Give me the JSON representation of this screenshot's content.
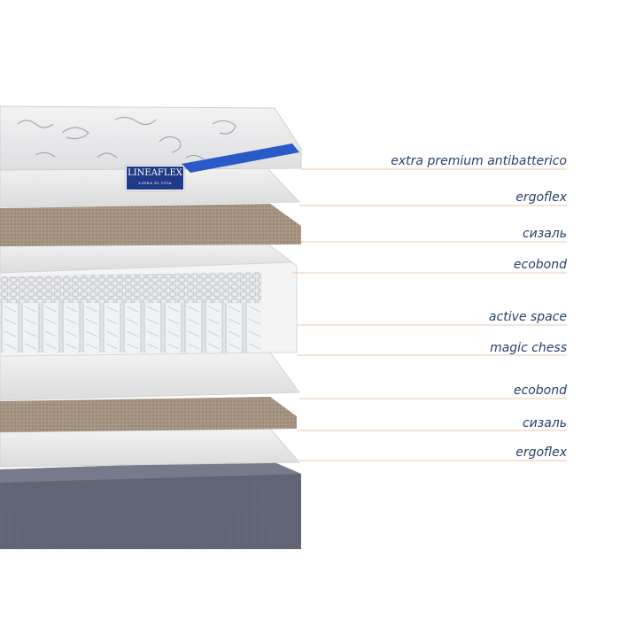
{
  "brand": {
    "name": "LINEAFLEX",
    "tagline": "LINEA DI VITA"
  },
  "layers": [
    {
      "label": "extra premium antibatterico"
    },
    {
      "label": "ergoflex"
    },
    {
      "label": "сизаль"
    },
    {
      "label": "ecobond"
    },
    {
      "label": "active space"
    },
    {
      "label": "magic chess"
    },
    {
      "label": "ecobond"
    },
    {
      "label": "сизаль"
    },
    {
      "label": "ergoflex"
    }
  ],
  "colors": {
    "label_text": "#2a3f6b",
    "leader_line": "#e8c9b0",
    "brand_badge": "#1f3a86",
    "sisal": "#a08d7b",
    "base": "#5e6272"
  }
}
